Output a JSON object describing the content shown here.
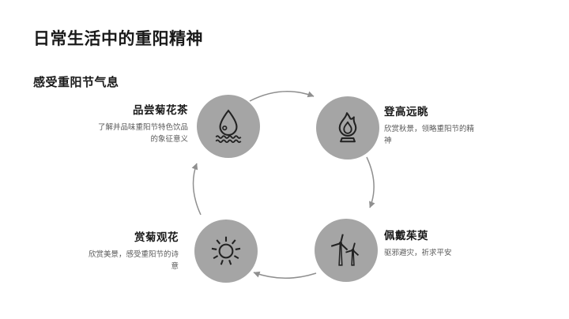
{
  "slide": {
    "title": "日常生活中的重阳精神",
    "subtitle": "感受重阳节气息"
  },
  "cycle": {
    "type": "circular-flow",
    "direction": "clockwise",
    "nodes": [
      {
        "position": "top-left",
        "icon": "water-drop-icon",
        "title": "品尝菊花茶",
        "desc": "了解并品味重阳节特色饮品的象征意义"
      },
      {
        "position": "top-right",
        "icon": "flame-icon",
        "title": "登高远眺",
        "desc": "欣赏秋景，领略重阳节的精神"
      },
      {
        "position": "bottom-right",
        "icon": "wind-turbine-icon",
        "title": "佩戴茱萸",
        "desc": "驱邪避灾，祈求平安"
      },
      {
        "position": "bottom-left",
        "icon": "sun-icon",
        "title": "赏菊观花",
        "desc": "欣赏美景，感受重阳节的诗意"
      }
    ],
    "colors": {
      "circle": "#a5a5a5",
      "icon_stroke": "#222222",
      "arrow": "#8f8f8f",
      "title_text": "#1a1a1a",
      "desc_text": "#595959"
    }
  }
}
